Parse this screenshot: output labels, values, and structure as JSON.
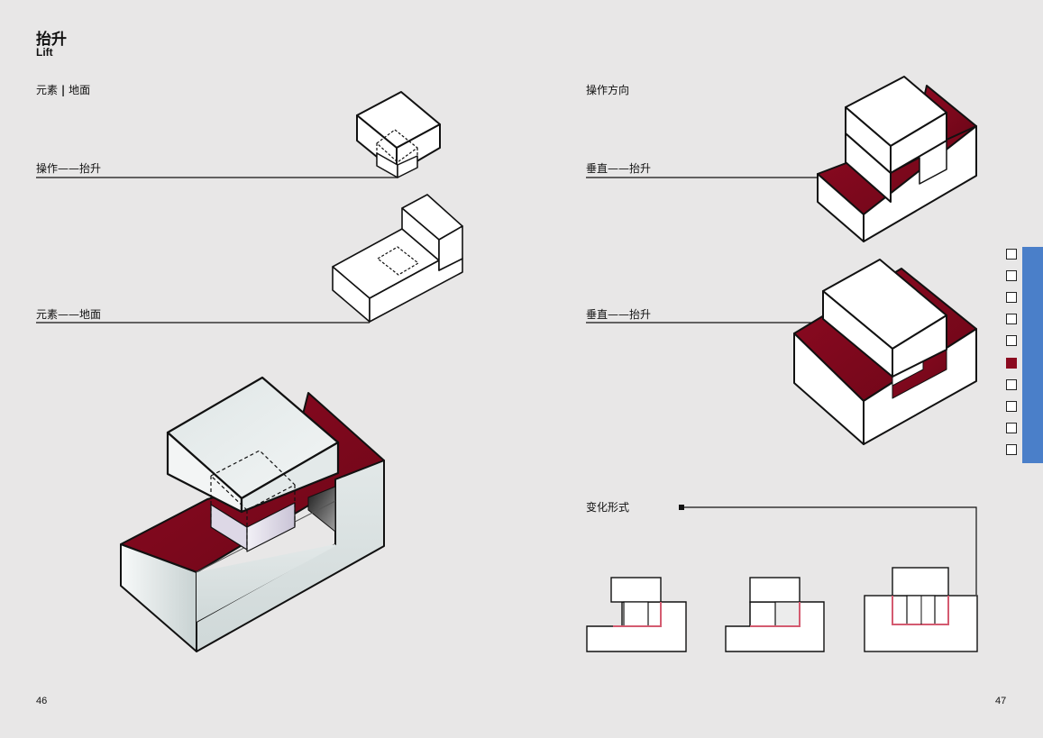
{
  "header": {
    "title_cn": "抬升",
    "title_en": "Lift"
  },
  "left": {
    "heading_a": "元素",
    "heading_sep": "|",
    "heading_b": "地面",
    "label_operation": "操作——抬升",
    "label_element": "元素——地面"
  },
  "right": {
    "heading": "操作方向",
    "label_vertical_1": "垂直——抬升",
    "label_vertical_2": "垂直——抬升",
    "label_variations": "变化形式"
  },
  "pages": {
    "left": "46",
    "right": "47"
  },
  "side_nav": {
    "count": 10,
    "active_index": 5
  },
  "colors": {
    "accent": "#8b0a20",
    "tab": "#4a7fc9",
    "background": "#e8e7e7"
  }
}
